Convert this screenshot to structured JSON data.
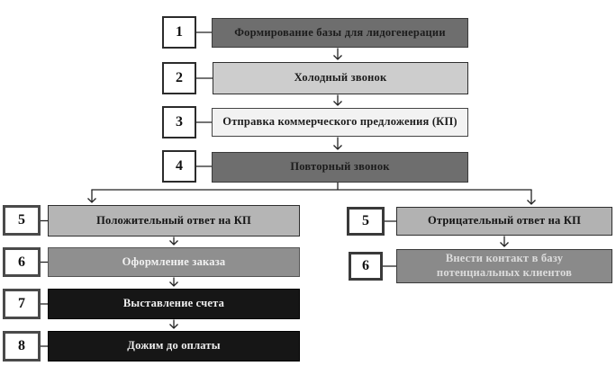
{
  "diagram": {
    "type": "flowchart",
    "title": "Sales lead processing funnel (Russian)",
    "background": "#ffffff",
    "line_color": "#222222",
    "main_sequence": [
      {
        "num": "1",
        "label": "Формирование базы для лидогенерации",
        "fill": "#6e6e6e",
        "text": "#1c1c1c"
      },
      {
        "num": "2",
        "label": "Холодный звонок",
        "fill": "#cdcdcd",
        "text": "#1c1c1c"
      },
      {
        "num": "3",
        "label": "Отправка коммерческого предложения (КП)",
        "fill": "#f2f2f2",
        "text": "#1c1c1c"
      },
      {
        "num": "4",
        "label": "Повторный звонок",
        "fill": "#6e6e6e",
        "text": "#1c1c1c"
      }
    ],
    "positive_branch": [
      {
        "num": "5",
        "label": "Положительный ответ на КП",
        "fill": "#b5b5b5",
        "text": "#141414"
      },
      {
        "num": "6",
        "label": "Оформление заказа",
        "fill": "#8f8f8f",
        "text": "#f2f2f2"
      },
      {
        "num": "7",
        "label": "Выставление счета",
        "fill": "#161616",
        "text": "#f0f0f0"
      },
      {
        "num": "8",
        "label": "Дожим до оплаты",
        "fill": "#161616",
        "text": "#f0f0f0"
      }
    ],
    "negative_branch": [
      {
        "num": "5",
        "label": "Отрицательный ответ на КП",
        "fill": "#b2b2b2",
        "text": "#141414"
      },
      {
        "num": "6",
        "label": "Внести контакт в базу потенциальных клиентов",
        "fill": "#8a8a8a",
        "text": "#dcdcdc"
      }
    ]
  }
}
